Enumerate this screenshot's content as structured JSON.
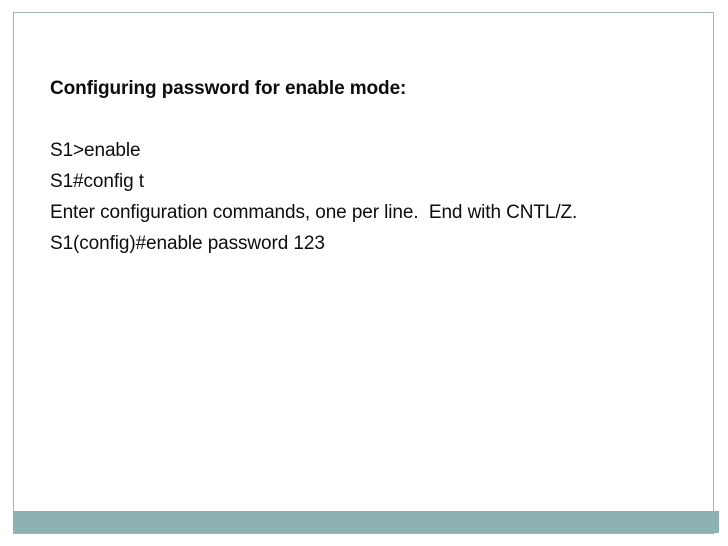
{
  "slide": {
    "title": "Configuring password for enable mode:",
    "blank_line_after_title": "",
    "console_lines": [
      "S1>enable",
      "S1#config t",
      "Enter configuration commands, one per line.  End with CNTL/Z.",
      "S1(config)#enable password 123"
    ]
  },
  "style": {
    "frame_border_color": "#9fb4b6",
    "footer_band_color": "#8eb2b4",
    "text_color": "#0d0d0d",
    "background_color": "#ffffff"
  }
}
